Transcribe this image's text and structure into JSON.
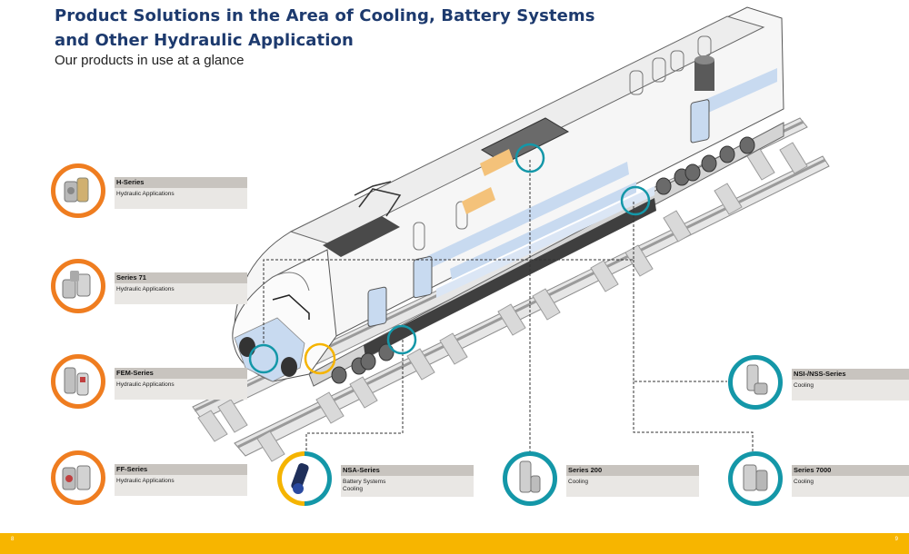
{
  "header": {
    "title": "Product Solutions in the Area of Cooling, Battery Systems and Other Hydraulic Application",
    "subtitle": "Our products in use at a glance"
  },
  "products": [
    {
      "name": "H-Series",
      "application": "Hydraulic Applications"
    },
    {
      "name": "Series 71",
      "application": "Hydraulic Applications"
    },
    {
      "name": "FEM-Series",
      "application": "Hydraulic Applications"
    },
    {
      "name": "FF-Series",
      "application": "Hydraulic Applications"
    },
    {
      "name": "NSA-Series",
      "application": "Battery Systems",
      "application2": "Cooling"
    },
    {
      "name": "Series 200",
      "application": "Cooling"
    },
    {
      "name": "NSI-/NSS-Series",
      "application": "Cooling"
    },
    {
      "name": "Series 7000",
      "application": "Cooling"
    }
  ],
  "footer": {
    "page_left": "8",
    "page_right": "9"
  },
  "colors": {
    "orange": "#ef7d20",
    "teal": "#1497a8",
    "yellow": "#f5b400",
    "navy": "#1d3a6e",
    "footer": "#f7b500"
  }
}
